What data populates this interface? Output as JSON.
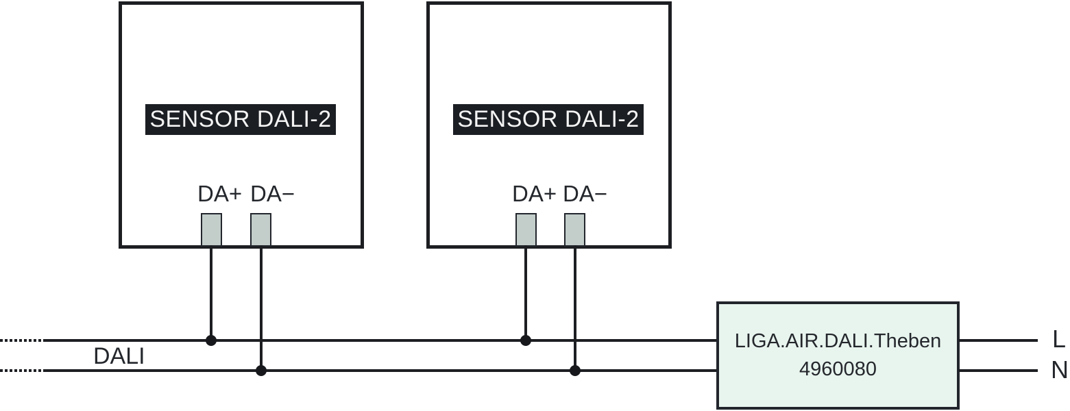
{
  "diagram": {
    "sensors": [
      {
        "label": "SENSOR DALI-2",
        "terminal_plus": "DA+",
        "terminal_minus": "DA−"
      },
      {
        "label": "SENSOR DALI-2",
        "terminal_plus": "DA+",
        "terminal_minus": "DA−"
      }
    ],
    "bus_label": "DALI",
    "gateway": {
      "name": "LIGA.AIR.DALI.Theben",
      "part_number": "4960080"
    },
    "mains": {
      "line_label": "L",
      "neutral_label": "N"
    },
    "colors": {
      "line": "#1c1e22",
      "sensor_label_bg": "#1b1e23",
      "sensor_label_text": "#f4f4f4",
      "terminal_fill": "#c3cdca",
      "gateway_fill": "#e8f4ee",
      "background": "#ffffff"
    }
  }
}
